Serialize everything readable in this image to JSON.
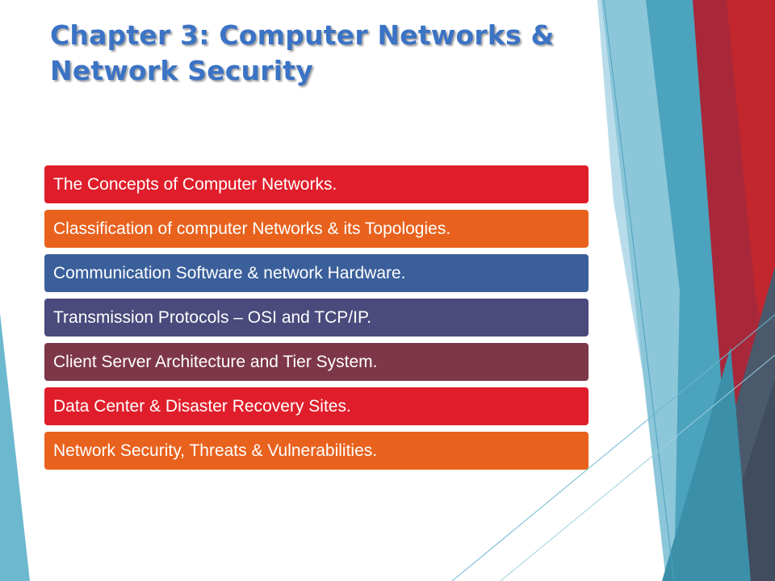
{
  "slide": {
    "title_line1": "Chapter 3: Computer Networks &",
    "title_line2": "Network Security",
    "title_color": "#3b73c5"
  },
  "items": [
    {
      "text": "The Concepts of Computer Networks.",
      "color": "#e01e2b"
    },
    {
      "text": "Classification of computer Networks & its Topologies.",
      "color": "#e8621e"
    },
    {
      "text": "Communication Software & network Hardware.",
      "color": "#3a5f9b"
    },
    {
      "text": "Transmission Protocols – OSI and TCP/IP.",
      "color": "#4a4a7c"
    },
    {
      "text": "Client Server Architecture and Tier System.",
      "color": "#7d3749"
    },
    {
      "text": "Data Center & Disaster Recovery Sites.",
      "color": "#e01e2b"
    },
    {
      "text": "Network Security, Threats & Vulnerabilities.",
      "color": "#e8621e"
    }
  ],
  "theme": {
    "teal": "#4ba3bd",
    "light_blue": "#b0d7e6",
    "red": "#a8283a",
    "slate": "#4a5a6c"
  }
}
